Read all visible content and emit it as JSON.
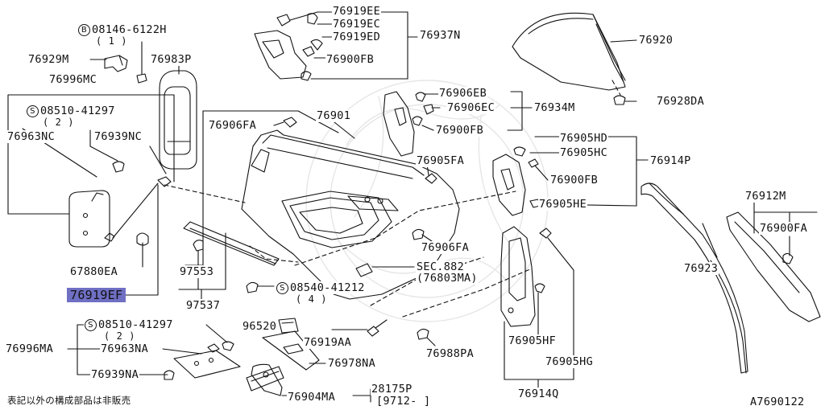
{
  "diagram": {
    "footer_note": "表記以外の構成部品は非販売",
    "diagram_code": "A7690122",
    "highlight_color": "#6f6fc4",
    "ink_color": "#111111",
    "parts": {
      "p08146": {
        "symbol": "B",
        "code": "08146-6122H",
        "qty": "( 1 )"
      },
      "p76929M": "76929M",
      "p76983P": "76983P",
      "p76996MC": "76996MC",
      "p08510a": {
        "symbol": "S",
        "code": "08510-41297",
        "qty": "( 2 )"
      },
      "p76963NC": "76963NC",
      "p76939NC": "76939NC",
      "p67880EA": "67880EA",
      "p76919EF": "76919EF",
      "p76919EE": "76919EE",
      "p76919EC": "76919EC",
      "p76919ED": "76919ED",
      "p76937N": "76937N",
      "p76900FB_a": "76900FB",
      "p76920": "76920",
      "p76928DA": "76928DA",
      "p76906EB": "76906EB",
      "p76906EC": "76906EC",
      "p76934M": "76934M",
      "p76900FB_b": "76900FB",
      "p76906FA_a": "76906FA",
      "p76901": "76901",
      "p76905FA": "76905FA",
      "p76905HD": "76905HD",
      "p76905HC": "76905HC",
      "p76914P": "76914P",
      "p76900FB_c": "76900FB",
      "p76905HE": "76905HE",
      "p76912M": "76912M",
      "p76900FA": "76900FA",
      "p76906FA_b": "76906FA",
      "pSEC882": "SEC.882",
      "pSEC882sub": "(76803MA)",
      "p97553": "97553",
      "p97537": "97537",
      "p08540": {
        "symbol": "S",
        "code": "08540-41212",
        "qty": "( 4 )"
      },
      "p76923": "76923",
      "p08510b": {
        "symbol": "S",
        "code": "08510-41297",
        "qty": "( 2 )"
      },
      "p96520": "96520",
      "p76996MA": "76996MA",
      "p76963NA": "76963NA",
      "p76919AA": "76919AA",
      "p76988PA": "76988PA",
      "p76978NA": "76978NA",
      "p76905HF": "76905HF",
      "p76905HG": "76905HG",
      "p76939NA": "76939NA",
      "p76904MA": "76904MA",
      "p28175P": "28175P",
      "p9712": "[9712-      ]",
      "p76914Q": "76914Q"
    }
  }
}
